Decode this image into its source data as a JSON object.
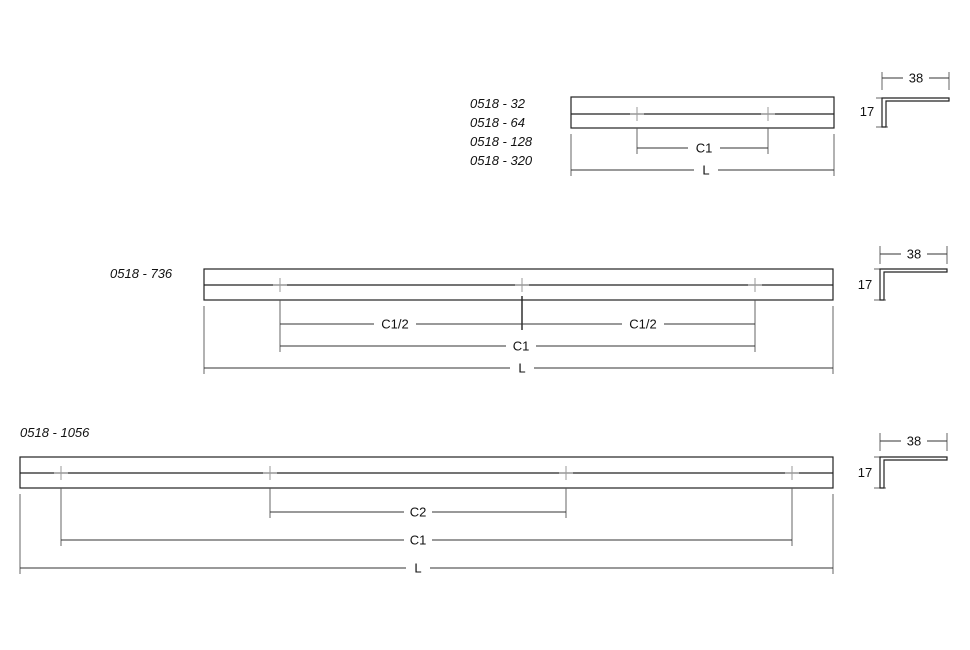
{
  "groups": [
    {
      "models": [
        "0518 - 32",
        "0518 - 64",
        "0518 - 128",
        "0518 - 320"
      ],
      "dims": {
        "c1": "C1",
        "l": "L"
      }
    },
    {
      "models": [
        "0518 - 736"
      ],
      "dims": {
        "c1_half_left": "C1/2",
        "c1_half_right": "C1/2",
        "c1": "C1",
        "l": "L"
      }
    },
    {
      "models": [
        "0518 - 1056"
      ],
      "dims": {
        "c2": "C2",
        "c1": "C1",
        "l": "L"
      }
    }
  ],
  "profile": {
    "width": "38",
    "height": "17"
  }
}
